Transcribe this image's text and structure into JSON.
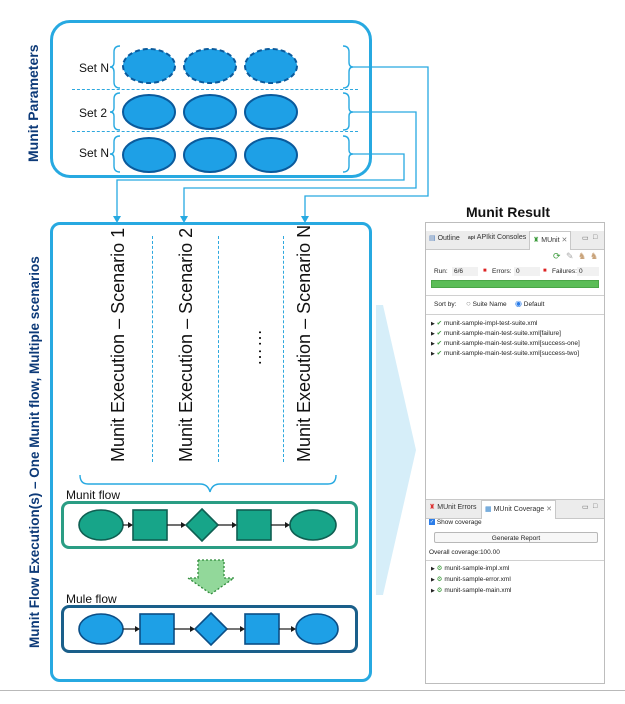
{
  "params": {
    "title": "Munit Parameters",
    "sets": [
      "Set N",
      "Set 2",
      "Set N"
    ]
  },
  "execution": {
    "title": "Munit Flow Execution(s) – One Munit flow, Multiple scenarios",
    "scenarios": [
      "Munit Execution – Scenario 1",
      "Munit Execution – Scenario 2",
      "……",
      "Munit Execution – Scenario N"
    ],
    "munit_flow_label": "Munit flow",
    "mule_flow_label": "Mule flow"
  },
  "result": {
    "title": "Munit Result",
    "tabs": [
      "Outline",
      "APIkit Consoles",
      "MUnit"
    ],
    "run_label": "Run:",
    "run_value": "6/6",
    "errors_label": "Errors:",
    "errors_value": "0",
    "failures_label": "Failures:",
    "failures_value": "0",
    "sort_label": "Sort by:",
    "sort_options": [
      "Suite Name",
      "Default"
    ],
    "tests": [
      "munit-sample-impl-test-suite.xml",
      "munit-sample-main-test-suite.xml[failure]",
      "munit-sample-main-test-suite.xml[success-one]",
      "munit-sample-main-test-suite.xml[success-two]"
    ],
    "coverage_tabs": [
      "MUnit Errors",
      "MUnit Coverage"
    ],
    "show_coverage": "Show coverage",
    "generate_report": "Generate Report",
    "overall_coverage": "Overall coverage:100.00",
    "coverage_files": [
      "munit-sample-impl.xml",
      "munit-sample-error.xml",
      "munit-sample-main.xml"
    ]
  },
  "colors": {
    "accent": "#27a9e1",
    "ellipse_fill": "#1ea0e6",
    "green_flow": "#2a9d84",
    "green_fill": "#17a589",
    "navy_border": "#1a5f8a",
    "title_navy": "#0d3a78",
    "progress": "#5bbd57"
  }
}
